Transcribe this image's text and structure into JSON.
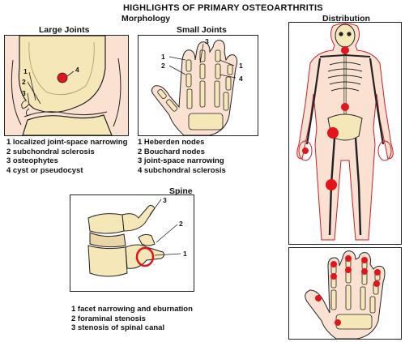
{
  "title": "HIGHLIGHTS OF PRIMARY OSTEOARTHRITIS",
  "morphology_header": "Morphology",
  "distribution_header": "Distribution",
  "large_joints": {
    "header": "Large Joints",
    "callouts": [
      "1",
      "2",
      "3",
      "4"
    ],
    "legend": [
      "1 localized joint-space narrowing",
      "2 subchondral sclerosis",
      "3 osteophytes",
      "4 cyst or pseudocyst"
    ]
  },
  "small_joints": {
    "header": "Small Joints",
    "callouts": [
      "1",
      "2",
      "3",
      "4"
    ],
    "legend": [
      "1 Heberden nodes",
      "2 Bouchard nodes",
      "3 joint-space narrowing",
      "4 subchondral sclerosis"
    ]
  },
  "spine": {
    "header": "Spine",
    "callouts": [
      "1",
      "2",
      "3"
    ],
    "legend": [
      "1 facet narrowing and eburnation",
      "2 foraminal stenosis",
      "3 stenosis of spinal canal"
    ]
  },
  "colors": {
    "skin": "#fbe1d2",
    "bone": "#f6e7b8",
    "outline": "#222222",
    "lesion": "#e3141b",
    "stroke": "#c9202a"
  }
}
